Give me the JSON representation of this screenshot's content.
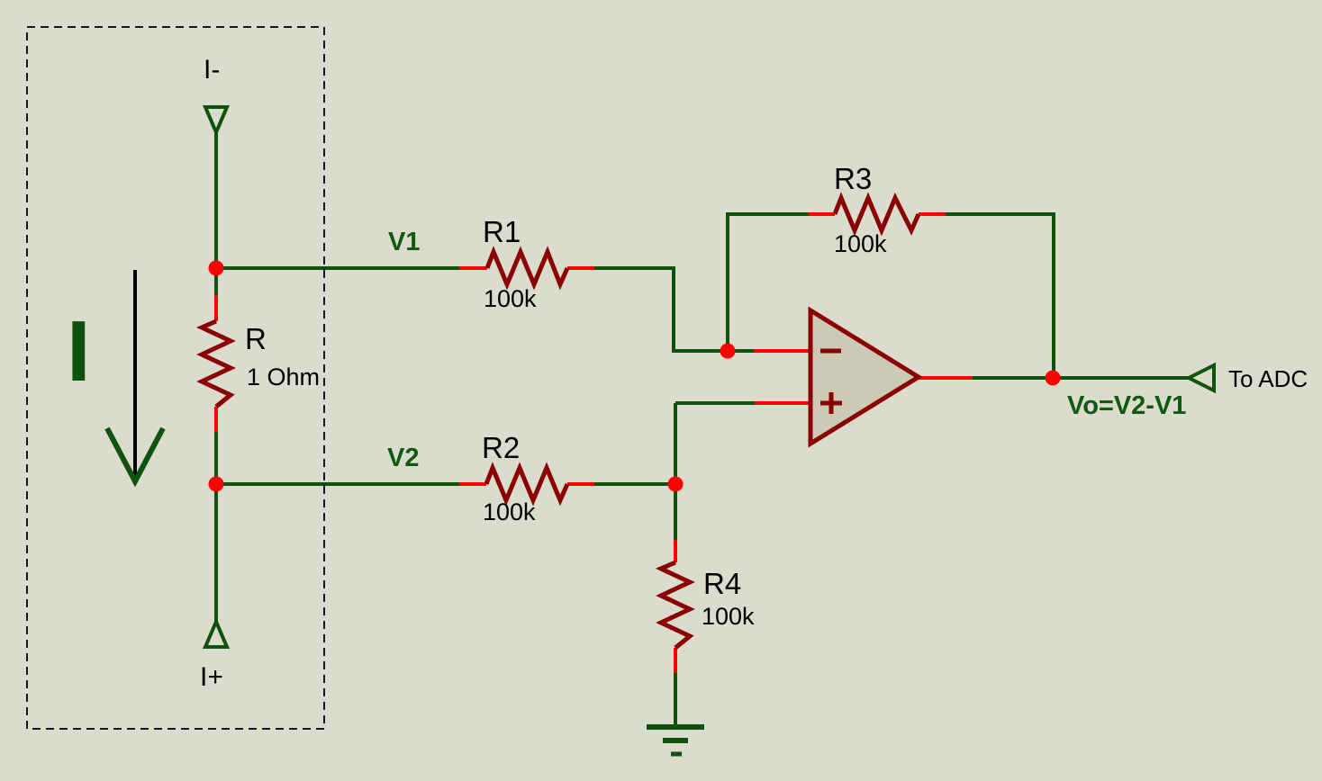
{
  "colors": {
    "background": "#dcdcce",
    "wire_green": "#0e520e",
    "component_maroon": "#8b0000",
    "pin_red": "#ff0000",
    "opamp_fill": "#cbcbb5",
    "boundary_dash": "#15152e",
    "text_black": "#000000",
    "net_label_green": "#0f5a0f"
  },
  "current_source": {
    "terminal_top_label": "I-",
    "terminal_bottom_label": "I+",
    "current_label": "I"
  },
  "components": {
    "shunt": {
      "ref": "R",
      "value": "1 Ohm"
    },
    "r1": {
      "ref": "R1",
      "value": "100k"
    },
    "r2": {
      "ref": "R2",
      "value": "100k"
    },
    "r3": {
      "ref": "R3",
      "value": "100k"
    },
    "r4": {
      "ref": "R4",
      "value": "100k"
    },
    "opamp": {
      "inverting_input": "-",
      "noninverting_input": "+"
    }
  },
  "nets": {
    "v1": "V1",
    "v2": "V2",
    "output": "Vo=V2-V1",
    "output_terminal": "To ADC"
  }
}
